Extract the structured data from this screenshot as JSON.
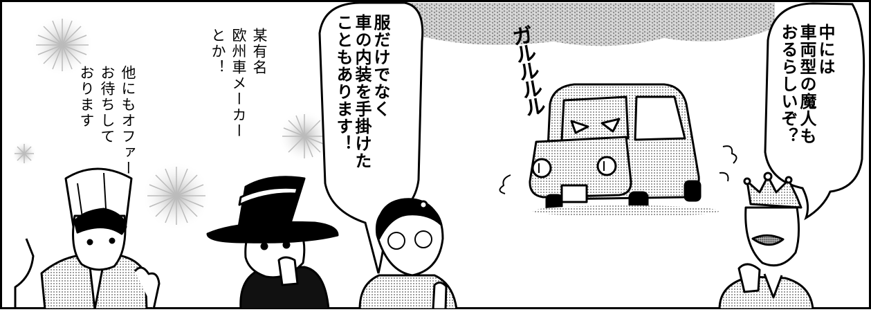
{
  "panel": {
    "bubble_center": "服だけでなく\n車の内装を手掛けた\nこともあります！",
    "bubble_right": "中には\n車両型の魔人も\nおるらしいぞ？",
    "note_left": "他にもオファー\nお待ちして\nおります",
    "note_middle": "某有名\n欧州車メーカー\nとか！",
    "sfx_car": "ガルルルル"
  }
}
